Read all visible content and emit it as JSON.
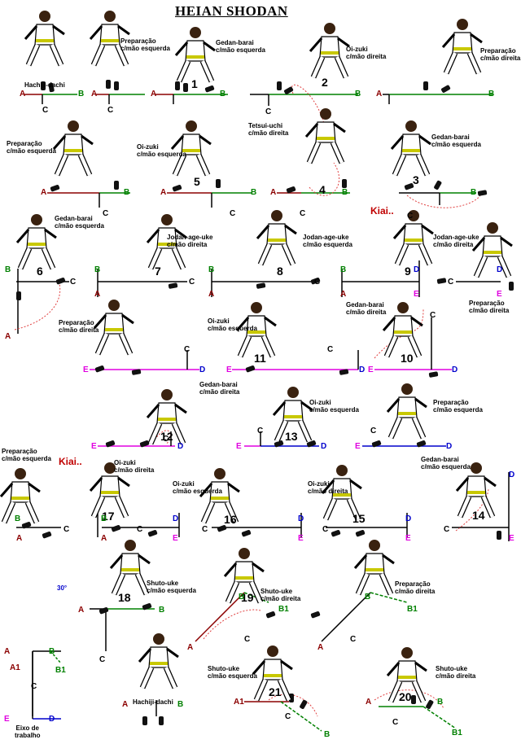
{
  "title": "HEIAN SHODAN",
  "colors": {
    "A": "#8b0000",
    "B": "#008000",
    "C": "#000000",
    "D": "#0000cc",
    "E": "#e000e0",
    "arrow": "#e04040"
  },
  "kiai": "Kiai..",
  "eixo_label": "Eixo de\ntrabalho",
  "angle": "30°",
  "moves": [
    {
      "num": "",
      "label": "Hachiji-dachi"
    },
    {
      "num": "",
      "label": "Preparação\nc/mão esquerda"
    },
    {
      "num": "1",
      "label": "Gedan-barai\nc/mão esquerda"
    },
    {
      "num": "2",
      "label": "Oi-zuki\nc/mão direita"
    },
    {
      "num": "",
      "label": "Preparação\nc/mão direita"
    },
    {
      "num": "",
      "label": "Preparação\nc/mão esquerda"
    },
    {
      "num": "5",
      "label": "Oi-zuki\nc/mão esquerda"
    },
    {
      "num": "4",
      "label": "Tetsui-uchi\nc/mão direita"
    },
    {
      "num": "3",
      "label": "Gedan-barai\nc/mão esquerda"
    },
    {
      "num": "6",
      "label": "Gedan-barai\nc/mão esquerda"
    },
    {
      "num": "7",
      "label": "Jodan-age-uke\nc/mão direita"
    },
    {
      "num": "8",
      "label": "Jodan-age-uke\nc/mão esquerda"
    },
    {
      "num": "9",
      "label": "Jodan-age-uke\nc/mão direita"
    },
    {
      "num": "",
      "label": "Preparação\nc/mão direita"
    },
    {
      "num": "",
      "label": "Preparação\nc/mão direita"
    },
    {
      "num": "11",
      "label": "Oi-zuki\nc/mão esquerda"
    },
    {
      "num": "10",
      "label": "Gedan-barai\nc/mão direita"
    },
    {
      "num": "12",
      "label": "Gedan-barai\nc/mão direita"
    },
    {
      "num": "13",
      "label": "Oi-zuki\nc/mão esquerda"
    },
    {
      "num": "",
      "label": "Preparação\nc/mão esquerda"
    },
    {
      "num": "",
      "label": "Preparação\nc/mão esquerda"
    },
    {
      "num": "17",
      "label": "Oi-zuki\nc/mão direita"
    },
    {
      "num": "16",
      "label": "Oi-zuki\nc/mão esquerda"
    },
    {
      "num": "15",
      "label": "Oi-zuki\nc/mão direita"
    },
    {
      "num": "14",
      "label": "Gedan-barai\nc/mão esquerda"
    },
    {
      "num": "18",
      "label": "Shuto-uke\nc/mão esquerda"
    },
    {
      "num": "19",
      "label": "Shuto-uke\nc/mão direita"
    },
    {
      "num": "",
      "label": "Preparação\nc/mão direita"
    },
    {
      "num": "",
      "label": "Hachiji-dachi"
    },
    {
      "num": "21",
      "label": "Shuto-uke\nc/mão esquerda"
    },
    {
      "num": "20",
      "label": "Shuto-uke\nc/mão direita"
    }
  ],
  "points": {
    "A": "A",
    "B": "B",
    "C": "C",
    "D": "D",
    "E": "E",
    "A1": "A1",
    "B1": "B1"
  }
}
